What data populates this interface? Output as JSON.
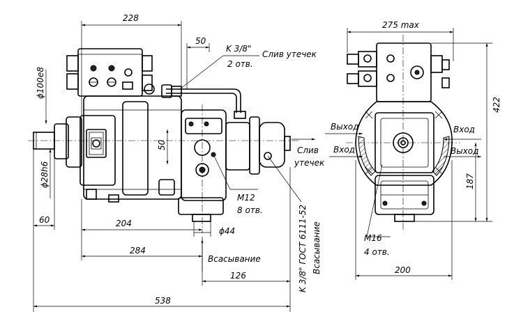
{
  "dimensions": {
    "d228": "228",
    "d50": "50",
    "d275": "275 max",
    "d422": "422",
    "d187": "187",
    "d100": "ϕ100е8",
    "d28": "ϕ28h6",
    "d50v": "50",
    "d60": "60",
    "d204": "204",
    "d44": "ϕ44",
    "d284": "284",
    "d126": "126",
    "d538": "538",
    "d200": "200"
  },
  "labels": {
    "k38": "K 3/8\"",
    "sliv_utechek_top": "Слив утечек",
    "two_holes": "2 отв.",
    "m12": "M12",
    "eight_holes": "8 отв.",
    "vsas_bottom": "Всасывание",
    "k38_gost": "K 3/8\" ГОСТ 6111-52",
    "vsas_vertical": "Всасывание",
    "sliv": "Слив",
    "utechek": "утечек",
    "vyhod_left_top": "Выход",
    "vhod_left": "Вход",
    "vhod_right": "Вход",
    "vyhod_right": "Выход",
    "m16": "M16",
    "four_holes": "4 отв."
  }
}
